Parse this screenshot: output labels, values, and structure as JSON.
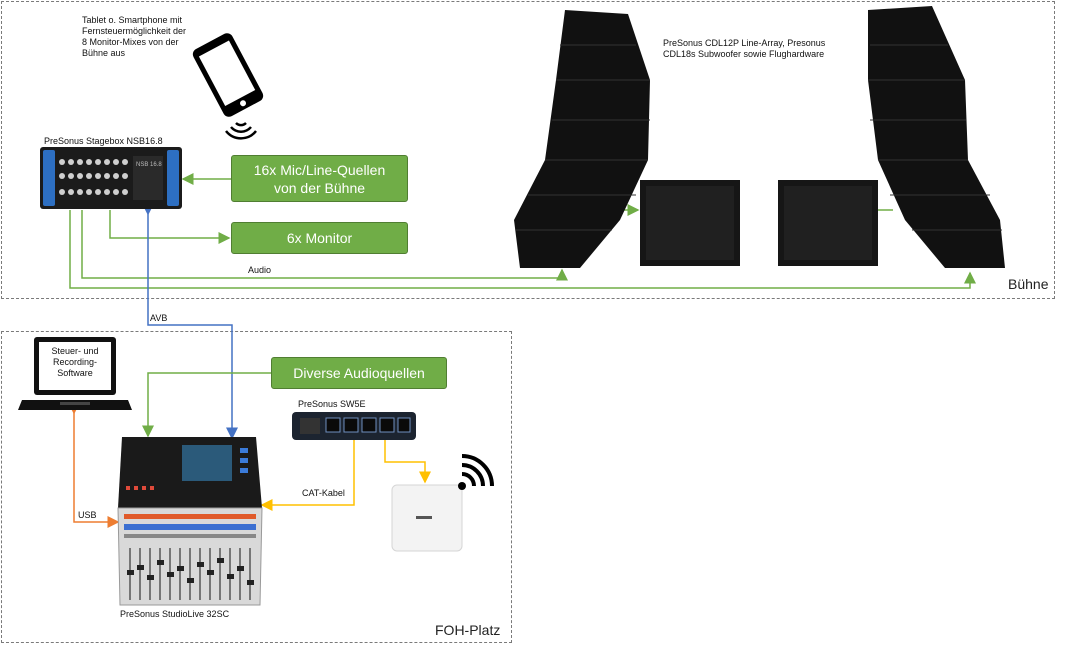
{
  "zones": {
    "stage_label": "Bühne",
    "foh_label": "FOH-Platz"
  },
  "devices": {
    "tablet_caption": "Tablet o. Smartphone mit\nFernsteuermöglichkeit der\n8 Monitor-Mixes von der\nBühne aus",
    "stagebox_caption": "PreSonus Stagebox NSB16.8",
    "stagebox_screen": "NSB 16.8",
    "speakers_caption": "PreSonus CDL12P Line-Array, Presonus\nCDL18s Subwoofer sowie Flughardware",
    "laptop_screen": "Steuer- und\nRecording-\nSoftware",
    "switch_caption": "PreSonus SW5E",
    "mixer_caption": "PreSonus StudioLive 32SC"
  },
  "boxes": {
    "mic_sources": "16x Mic/Line-Quellen\nvon der Bühne",
    "monitor": "6x Monitor",
    "audio_sources": "Diverse Audioquellen"
  },
  "connections": {
    "audio": "Audio",
    "avb": "AVB",
    "usb": "USB",
    "cat": "CAT-Kabel"
  },
  "icons": {
    "tablet": "smartphone-icon",
    "wireless": "wireless-waves-icon",
    "wifi": "wifi-icon"
  },
  "colors": {
    "green_box": "#70ad47",
    "audio_line": "#70ad47",
    "avb_line": "#4472c4",
    "usb_line": "#ed7d31",
    "cat_line": "#ffc000"
  }
}
